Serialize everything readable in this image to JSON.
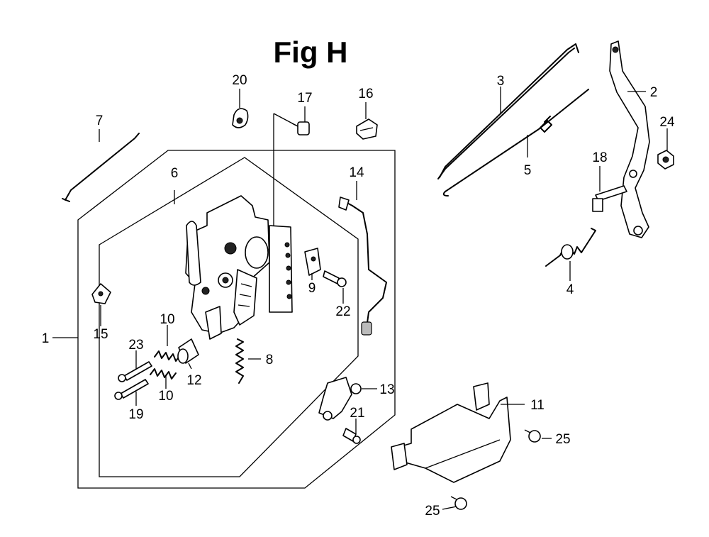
{
  "figure": {
    "title": "Fig H",
    "callouts": {
      "c1": "1",
      "c2": "2",
      "c3": "3",
      "c4": "4",
      "c5": "5",
      "c6": "6",
      "c7": "7",
      "c8": "8",
      "c9": "9",
      "c10a": "10",
      "c10b": "10",
      "c11": "11",
      "c12": "12",
      "c13": "13",
      "c14": "14",
      "c15": "15",
      "c16": "16",
      "c17": "17",
      "c18": "18",
      "c19": "19",
      "c20": "20",
      "c21": "21",
      "c22": "22",
      "c23": "23",
      "c24": "24",
      "c25a": "25",
      "c25b": "25"
    }
  }
}
